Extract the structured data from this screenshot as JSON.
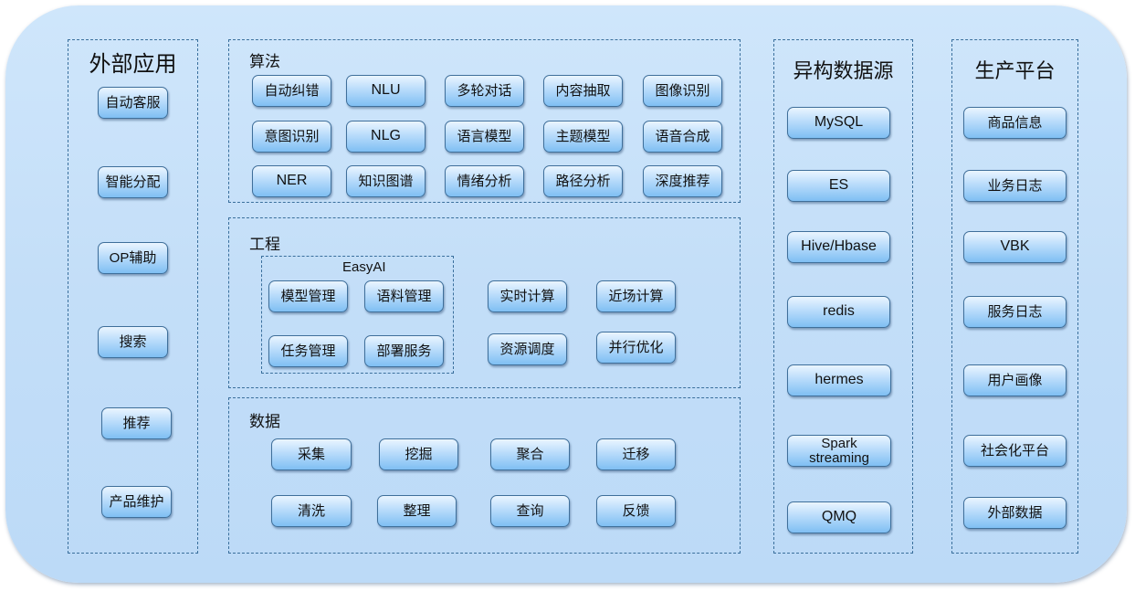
{
  "left": {
    "title": "外部应用",
    "items": [
      "自动客服",
      "智能分配",
      "OP辅助",
      "搜索",
      "推荐",
      "产品维护"
    ]
  },
  "algorithm": {
    "title": "算法",
    "items": [
      "自动纠错",
      "NLU",
      "多轮对话",
      "内容抽取",
      "图像识别",
      "意图识别",
      "NLG",
      "语言模型",
      "主题模型",
      "语音合成",
      "NER",
      "知识图谱",
      "情绪分析",
      "路径分析",
      "深度推荐"
    ]
  },
  "engineering": {
    "title": "工程",
    "easyai": {
      "title": "EasyAI",
      "items": [
        "模型管理",
        "语料管理",
        "任务管理",
        "部署服务"
      ]
    },
    "items": [
      "实时计算",
      "近场计算",
      "资源调度",
      "并行优化"
    ]
  },
  "data": {
    "title": "数据",
    "items": [
      "采集",
      "挖掘",
      "聚合",
      "迁移",
      "清洗",
      "整理",
      "查询",
      "反馈"
    ]
  },
  "hetero": {
    "title": "异构数据源",
    "items": [
      "MySQL",
      "ES",
      "Hive/Hbase",
      "redis",
      "hermes",
      "Spark\nstreaming",
      "QMQ"
    ]
  },
  "production": {
    "title": "生产平台",
    "items": [
      "商品信息",
      "业务日志",
      "VBK",
      "服务日志",
      "用户画像",
      "社会化平台",
      "外部数据"
    ]
  }
}
